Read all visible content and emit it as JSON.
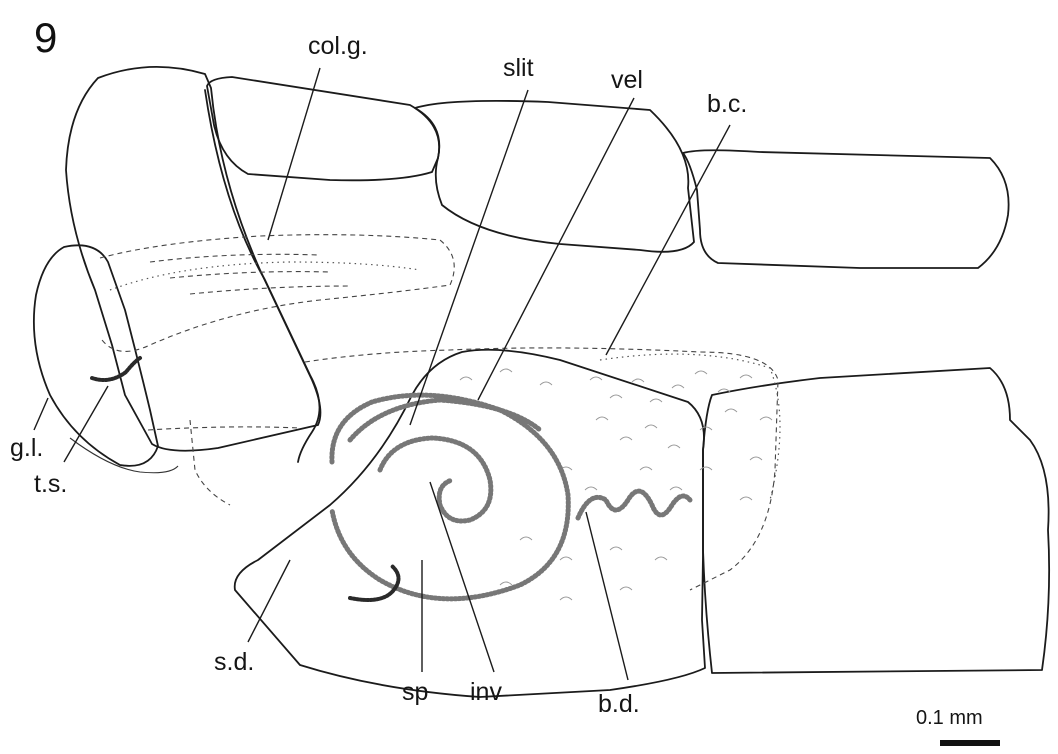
{
  "figure": {
    "number": "9"
  },
  "labels": {
    "col_g": "col.g.",
    "slit": "slit",
    "vel": "vel",
    "b_c": "b.c.",
    "g_l": "g.l.",
    "t_s": "t.s.",
    "s_d": "s.d.",
    "sp": "sp",
    "inv": "inv",
    "b_d": "b.d."
  },
  "scale_bar": {
    "label": "0.1 mm"
  }
}
